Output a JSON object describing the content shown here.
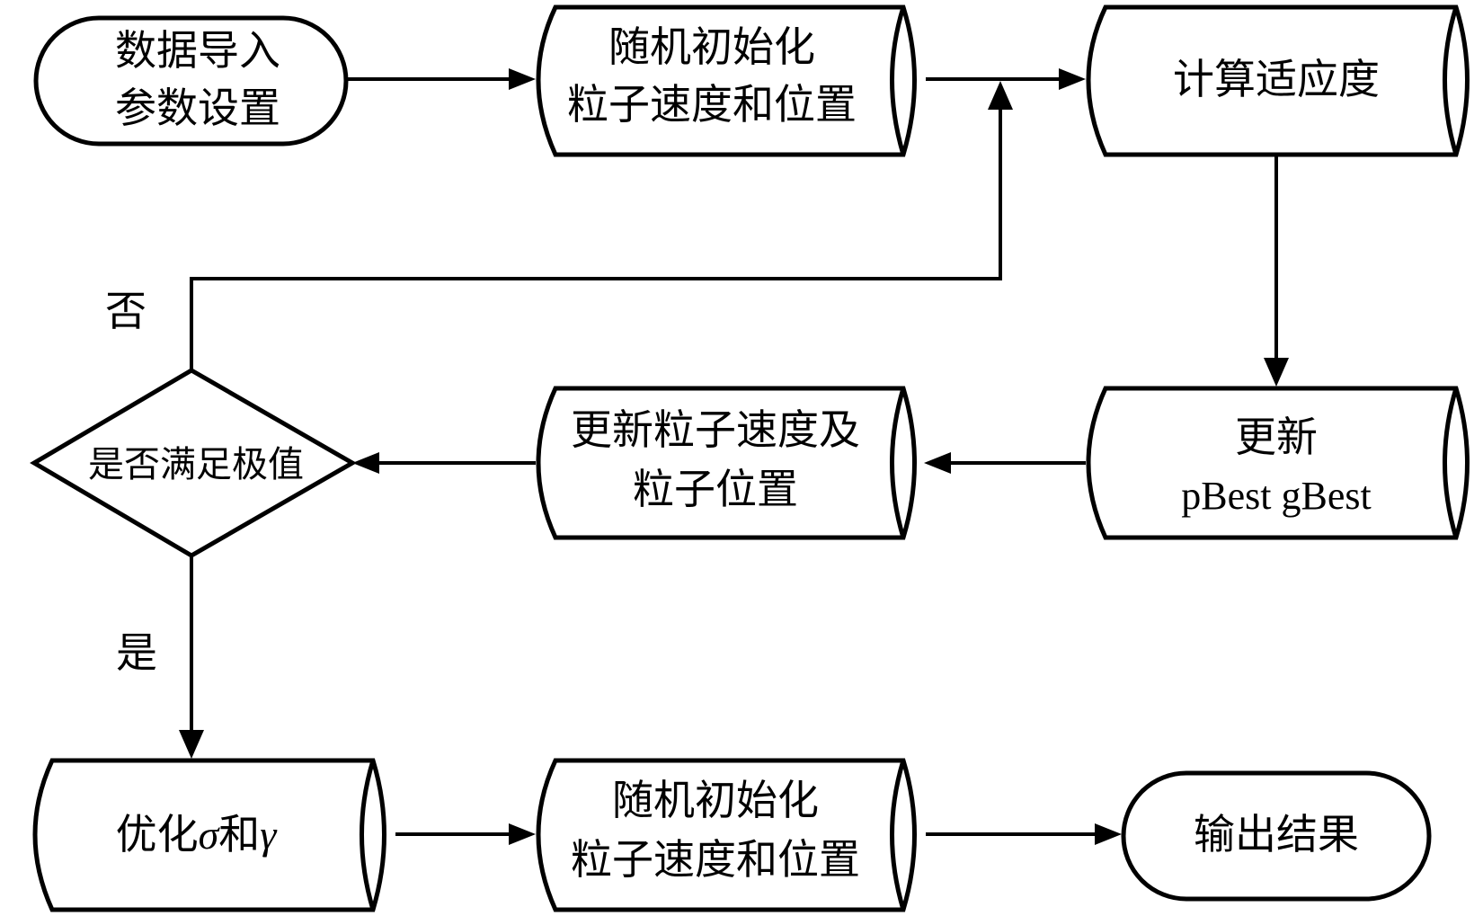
{
  "nodes": {
    "data_import": {
      "line1": "数据导入",
      "line2": "参数设置"
    },
    "init_top": {
      "line1": "随机初始化",
      "line2": "粒子速度和位置"
    },
    "fitness": {
      "label": "计算适应度"
    },
    "update_best": {
      "line1": "更新",
      "line2": "pBest gBest"
    },
    "update_particles": {
      "line1": "更新粒子速度及",
      "line2": "粒子位置"
    },
    "decision": {
      "label": "是否满足极值"
    },
    "optimize": {
      "prefix": "优化",
      "sigma": "σ",
      "middle": "和",
      "gamma": "γ"
    },
    "init_bottom": {
      "line1": "随机初始化",
      "line2": "粒子速度和位置"
    },
    "output": {
      "label": "输出结果"
    }
  },
  "edges": {
    "no_label": "否",
    "yes_label": "是"
  }
}
